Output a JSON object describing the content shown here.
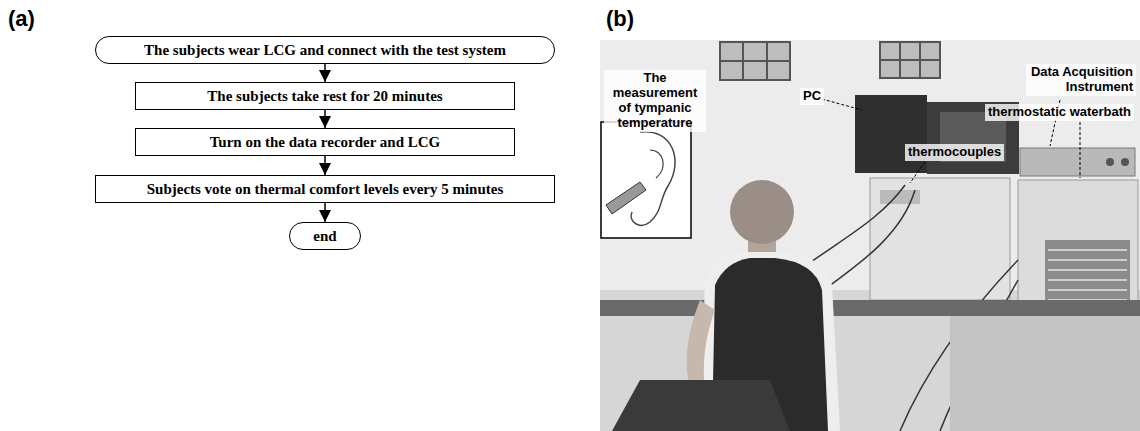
{
  "diagram": {
    "nodes": [
      {
        "text": [
          "The subjects wear LCG and connect with the test system"
        ]
      },
      {
        "text": [
          "The subjects take rest for 20 minutes"
        ]
      },
      {
        "text": [
          "Turn on the data recorder and LCG"
        ]
      },
      {
        "text": [
          "Subjects vote on thermal comfort levels every 5 minutes"
        ]
      },
      {
        "text": [
          "end"
        ]
      }
    ],
    "edges": [
      {
        "from": 0,
        "to": 1,
        "arrow": "to"
      },
      {
        "from": 1,
        "to": 2,
        "arrow": "to"
      },
      {
        "from": 2,
        "to": 3,
        "arrow": "to"
      },
      {
        "from": 3,
        "to": 4,
        "arrow": "to"
      }
    ],
    "labels": [
      "(a)",
      "(b)",
      "The measurement of tympanic temperature",
      "PC",
      "Data Acquisition Instrument",
      "thermostatic waterbath",
      "thermocouples"
    ]
  }
}
